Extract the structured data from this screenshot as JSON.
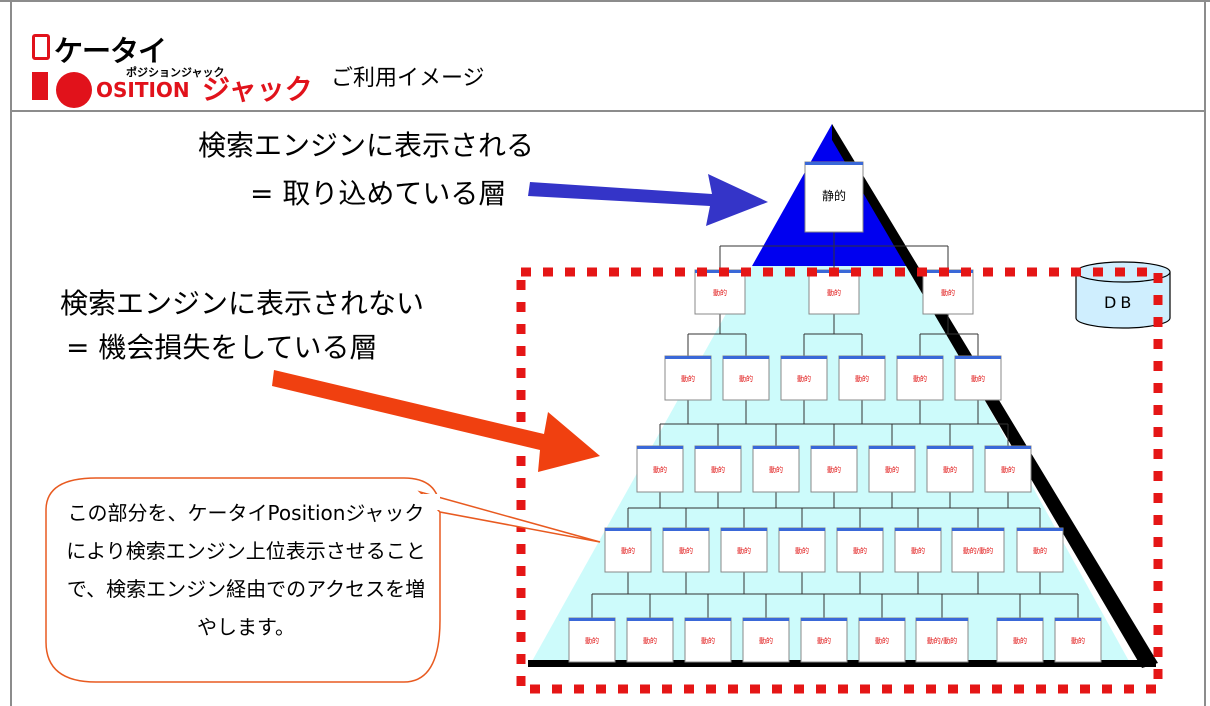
{
  "header": {
    "brand_line1": "ケータイ",
    "brand_small": "ポジションジャック",
    "brand_line2": "OSITION",
    "brand_line3": "ジャック",
    "page_title": "ご利用イメージ"
  },
  "labels": {
    "indexed_line1": "検索エンジンに表示される",
    "indexed_line2": "= 取り込めている層",
    "not_indexed_line1": "検索エンジンに表示されない",
    "not_indexed_line2": "= 機会損失をしている層"
  },
  "pyramid": {
    "top_box": "静的",
    "page_box": "動的",
    "wide_box": "動的/動的",
    "db": "DB"
  },
  "callout": {
    "text": "この部分を、ケータイPositionジャックにより検索エンジン上位表示させることで、検索エンジン経由でのアクセスを増やします。"
  },
  "colors": {
    "top_layer": "#0000f0",
    "lower_layer": "#cdfbfb",
    "dotted_frame": "#e51616",
    "arrow_blue": "#3434c8",
    "arrow_red": "#f04010",
    "callout_border": "#e85a20"
  }
}
